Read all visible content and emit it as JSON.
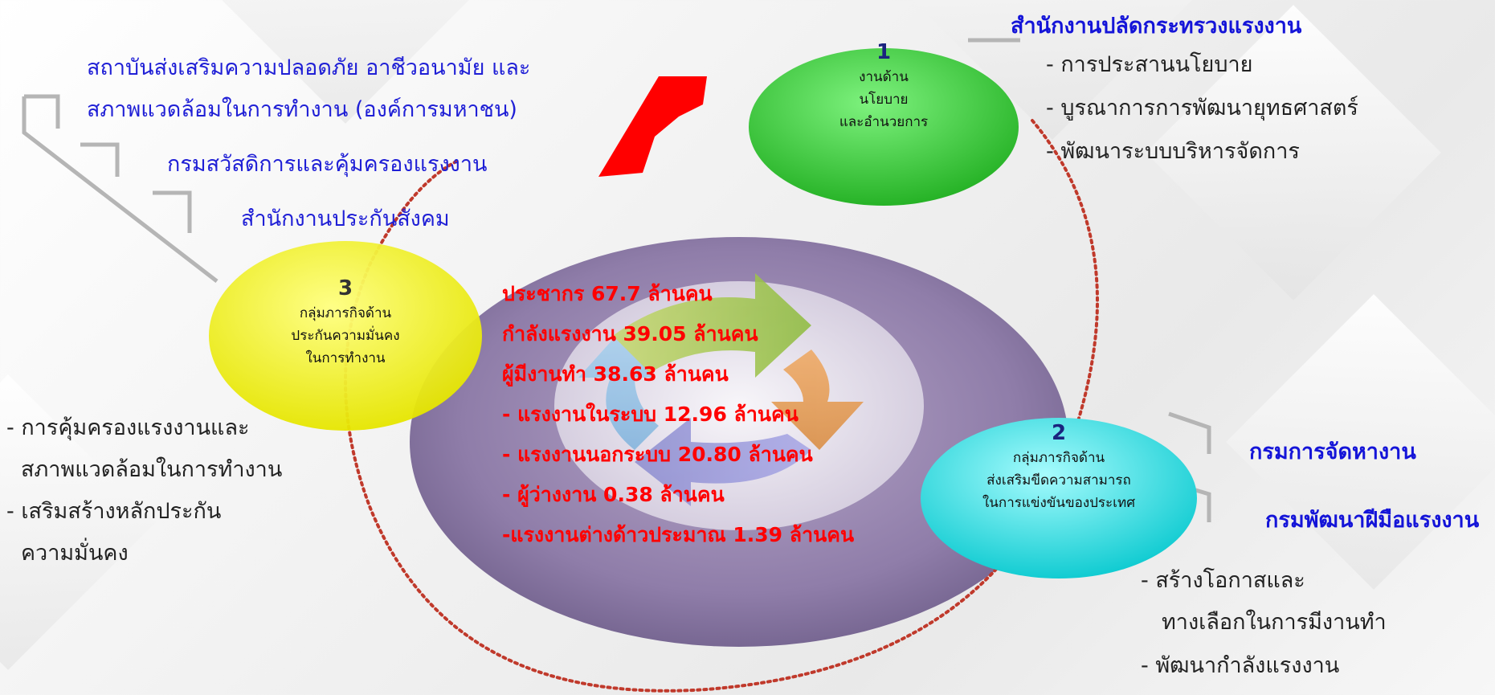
{
  "top_left_orgs": [
    "สถาบันส่งเสริมความปลอดภัย อาชีวอนามัย และ",
    "สภาพแวดล้อมในการทำงาน (องค์การมหาชน)",
    "กรมสวัสดิการและคุ้มครองแรงงาน",
    "สำนักงานประกันสังคม"
  ],
  "circle1": {
    "number": "1",
    "lines": [
      "งานด้าน",
      "นโยบาย",
      "และอำนวยการ"
    ]
  },
  "circle2": {
    "number": "2",
    "lines": [
      "กลุ่มภารกิจด้าน",
      "ส่งเสริมขีดความสามารถ",
      "ในการแข่งขันของประเทศ"
    ]
  },
  "circle3": {
    "number": "3",
    "lines": [
      "กลุ่มภารกิจด้าน",
      "ประกันความมั่นคง",
      "ในการทำงาน"
    ]
  },
  "top_right": {
    "title": "สำนักงานปลัดกระทรวงแรงงาน",
    "items": [
      "-   การประสานนโยบาย",
      "-   บูรณาการการพัฒนายุทธศาสตร์",
      "-   พัฒนาระบบบริหารจัดการ"
    ]
  },
  "right_orgs": [
    "กรมการจัดหางาน",
    "กรมพัฒนาฝีมือแรงงาน"
  ],
  "bottom_right_items": [
    "-   สร้างโอกาสและ",
    "ทางเลือกในการมีงานทำ",
    "-   พัฒนากำลังแรงงาน"
  ],
  "left_items": [
    "- การคุ้มครองแรงงานและ",
    "สภาพแวดล้อมในการทำงาน",
    "- เสริมสร้างหลักประกัน",
    "ความมั่นคง"
  ],
  "stats": [
    "ประชากร 67.7 ล้านคน",
    "กำลังแรงงาน 39.05 ล้านคน",
    "ผู้มีงานทำ 38.63 ล้านคน",
    "- แรงงานในระบบ 12.96 ล้านคน",
    "- แรงงานนอกระบบ 20.80 ล้านคน",
    "- ผู้ว่างงาน 0.38 ล้านคน",
    "-แรงงานต่างด้าวประมาณ 1.39 ล้านคน"
  ],
  "colors": {
    "circle1": "#3ecc3e",
    "circle2": "#33e3e8",
    "circle3": "#f2f21a",
    "ellipse": "#8e7aa8",
    "stat_text": "#ff0000",
    "org_text": "#1f1fd6",
    "dotted_orbit": "#c0392b",
    "arrow": "#ff0000"
  }
}
